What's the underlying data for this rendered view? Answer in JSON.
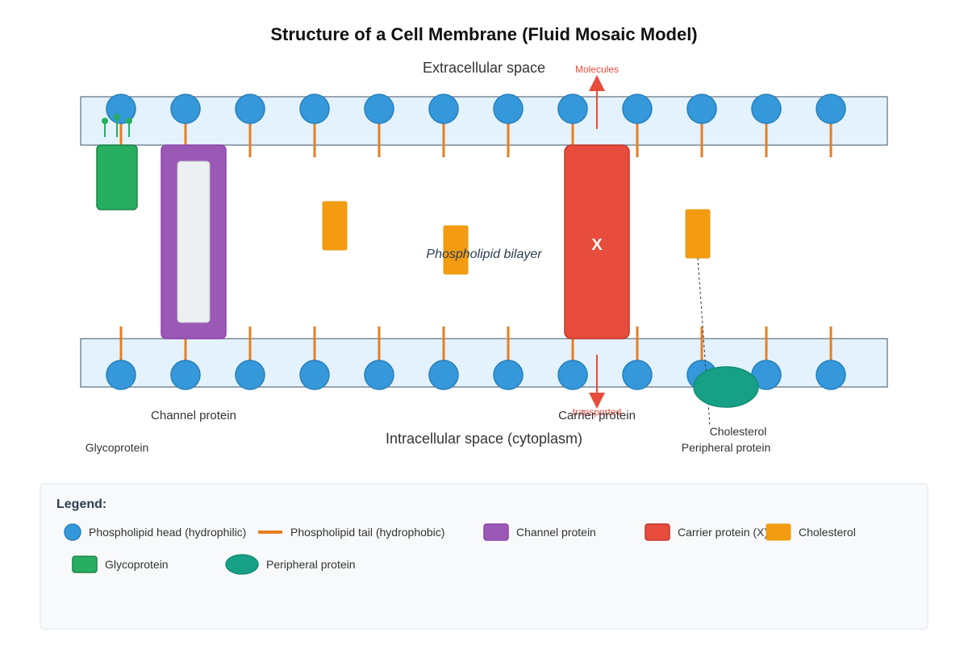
{
  "title": "Structure of a Cell Membrane (Fluid Mosaic Model)",
  "labels": {
    "extracellular": "Extracellular space",
    "intracellular": "Intracellular space (cytoplasm)",
    "bilayer": "Phospholipid bilayer",
    "channel_protein": "Channel protein",
    "carrier_protein": "Carrier protein",
    "glycoprotein": "Glycoprotein",
    "cholesterol": "Cholesterol",
    "peripheral_protein": "Peripheral protein",
    "molecules": "Molecules",
    "transported": "transported",
    "carrier_mark": "X"
  },
  "legend": {
    "title": "Legend:",
    "items": [
      {
        "label": "Phospholipid head (hydrophilic)",
        "color": "#3498db",
        "shape": "circle"
      },
      {
        "label": "Phospholipid tail (hydrophobic)",
        "color": "#e67e22",
        "shape": "line"
      },
      {
        "label": "Channel protein",
        "color": "#9b59b6",
        "shape": "rect"
      },
      {
        "label": "Carrier protein (X)",
        "color": "#e74c3c",
        "shape": "rect"
      },
      {
        "label": "Cholesterol",
        "color": "#f39c12",
        "shape": "rect"
      },
      {
        "label": "Glycoprotein",
        "color": "#27ae60",
        "shape": "rect"
      },
      {
        "label": "Peripheral protein",
        "color": "#16a085",
        "shape": "ellipse"
      }
    ]
  },
  "colors": {
    "membrane_band": "#e3f2fd",
    "head": "#3498db",
    "tail": "#e67e22",
    "channel": "#9b59b6",
    "carrier": "#e74c3c",
    "cholesterol": "#f39c12",
    "glycoprotein": "#27ae60",
    "peripheral": "#16a085"
  },
  "phospholipid_heads_per_layer": 12
}
